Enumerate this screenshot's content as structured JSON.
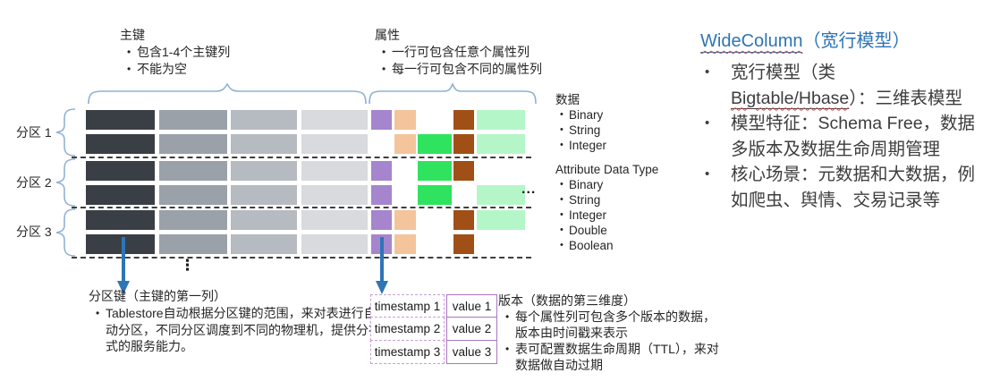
{
  "ui": {
    "bullet": "•"
  },
  "colors": {
    "accent_blue": "#2e75b6",
    "title_blue": "#2e74b5",
    "brace_blue": "#8fb2d4",
    "table_border_purple": "#aa76c2",
    "divider_gray": "#3e3e3e"
  },
  "notes": {
    "primary_key": {
      "title": "主键",
      "items": [
        "包含1-4个主键列",
        "不能为空"
      ]
    },
    "attributes": {
      "title": "属性",
      "items": [
        "一行可包含任意个属性列",
        "每一行可包含不同的属性列"
      ]
    },
    "data": {
      "title": "数据",
      "items": [
        "Binary",
        "String",
        "Integer"
      ]
    },
    "attribute_data_type": {
      "title": "Attribute Data Type",
      "items": [
        "Binary",
        "String",
        "Integer",
        "Double",
        "Boolean"
      ]
    },
    "partition_key": {
      "title": "分区键（主键的第一列）",
      "items": [
        "Tablestore自动根据分区键的范围，来对表进行自动分区，不同分区调度到不同的物理机，提供分布式的服务能力。"
      ]
    },
    "version": {
      "title": "版本（数据的第三维度）",
      "items": [
        "每个属性列可包含多个版本的数据，版本由时间戳来表示",
        "表可配置数据生命周期（TTL），来对数据做自动过期"
      ]
    }
  },
  "partitions": [
    {
      "label": "分区 1"
    },
    {
      "label": "分区 2"
    },
    {
      "label": "分区 3"
    }
  ],
  "grid": {
    "columns": [
      {
        "name": "pk-1",
        "color": "#3a3f46"
      },
      {
        "name": "pk-2",
        "color": "#9ba1a9"
      },
      {
        "name": "pk-3",
        "color": "#b6bbc1"
      },
      {
        "name": "pk-4",
        "color": "#d8dade"
      },
      {
        "name": "attr-purple",
        "color": "#a585cd"
      },
      {
        "name": "attr-peach",
        "color": "#f4c49c"
      },
      {
        "name": "attr-green",
        "color": "#2fe35f"
      },
      {
        "name": "attr-brown",
        "color": "#a04f16"
      },
      {
        "name": "attr-mint",
        "color": "#b5f6c9"
      }
    ],
    "rows": [
      {
        "partition": 1,
        "cells": [
          1,
          1,
          1,
          1,
          1,
          1,
          0,
          1,
          1
        ]
      },
      {
        "partition": 1,
        "cells": [
          1,
          1,
          1,
          1,
          0,
          1,
          1,
          1,
          1
        ]
      },
      {
        "partition": 2,
        "cells": [
          1,
          1,
          1,
          1,
          1,
          0,
          1,
          1,
          0
        ]
      },
      {
        "partition": 2,
        "cells": [
          1,
          1,
          1,
          1,
          1,
          0,
          1,
          0,
          1
        ]
      },
      {
        "partition": 3,
        "cells": [
          1,
          1,
          1,
          1,
          1,
          1,
          0,
          1,
          1
        ]
      },
      {
        "partition": 3,
        "cells": [
          1,
          1,
          1,
          1,
          1,
          1,
          0,
          1,
          0
        ]
      }
    ]
  },
  "ellipsis": {
    "vertical": "⋮",
    "horizontal": "..."
  },
  "version_table": {
    "rows": [
      {
        "timestamp": "timestamp 1",
        "value": "value 1"
      },
      {
        "timestamp": "timestamp 2",
        "value": "value 2"
      },
      {
        "timestamp": "timestamp 3",
        "value": "value 3"
      }
    ]
  },
  "right_panel": {
    "title_link": "WideColumn",
    "title_suffix": "（宽行模型）",
    "bullet1": {
      "pre": "宽行模型（类",
      "link": "Bigtable/Hbase",
      "post": "）：三维表模型"
    },
    "bullet2": "模型特征：Schema Free，数据多版本及数据生命周期管理",
    "bullet3": "核心场景：元数据和大数据，例如爬虫、舆情、交易记录等"
  }
}
